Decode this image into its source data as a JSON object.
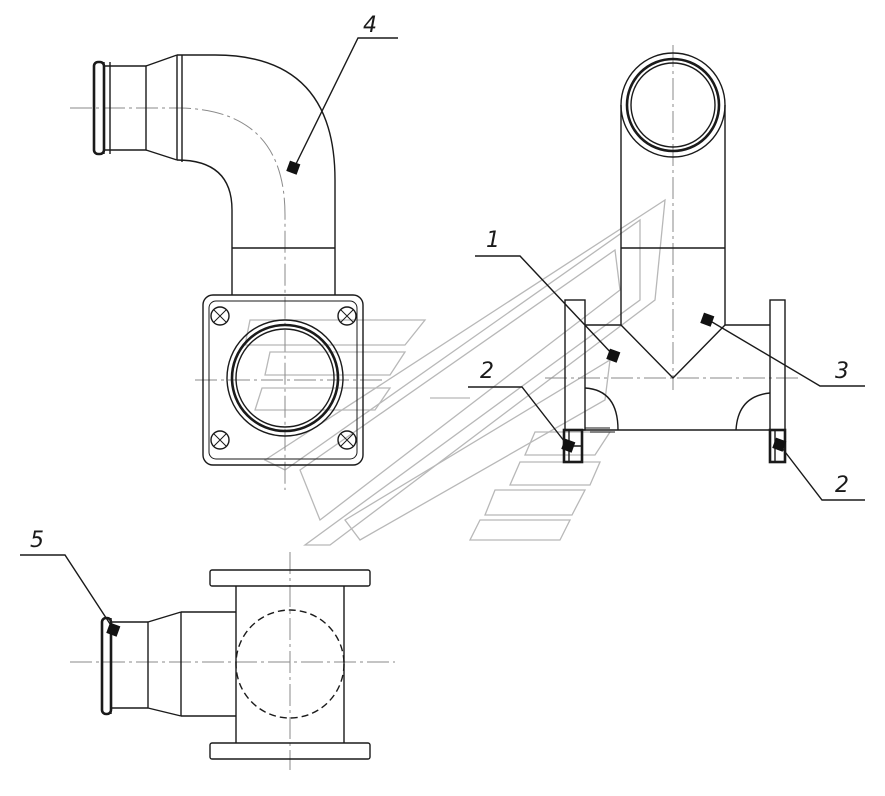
{
  "callouts": [
    {
      "id": "c4",
      "label": "4"
    },
    {
      "id": "c1",
      "label": "1"
    },
    {
      "id": "c2a",
      "label": "2"
    },
    {
      "id": "c3",
      "label": "3"
    },
    {
      "id": "c2b",
      "label": "2"
    },
    {
      "id": "c5",
      "label": "5"
    }
  ],
  "colors": {
    "line": "#1a1a1a",
    "axis": "#8a8a8a",
    "watermark": "#b8b8b8",
    "background": "#ffffff"
  }
}
